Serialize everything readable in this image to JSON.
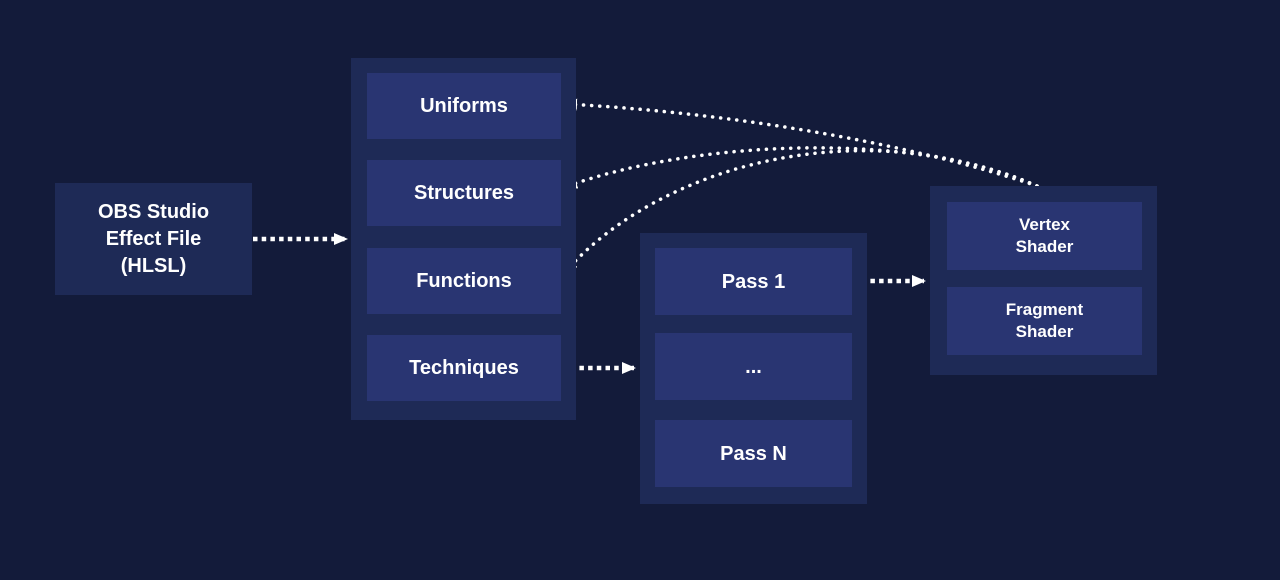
{
  "diagram": {
    "source": {
      "label": "OBS Studio\nEffect File\n(HLSL)"
    },
    "sections": [
      {
        "label": "Uniforms"
      },
      {
        "label": "Structures"
      },
      {
        "label": "Functions"
      },
      {
        "label": "Techniques"
      }
    ],
    "passes": [
      {
        "label": "Pass 1"
      },
      {
        "label": "..."
      },
      {
        "label": "Pass N"
      }
    ],
    "shaders": [
      {
        "label": "Vertex\nShader"
      },
      {
        "label": "Fragment\nShader"
      }
    ],
    "colors": {
      "background": "#131b3a",
      "group": "#1e2a56",
      "node": "#293572",
      "arrow": "#ffffff",
      "text": "#ffffff"
    }
  }
}
